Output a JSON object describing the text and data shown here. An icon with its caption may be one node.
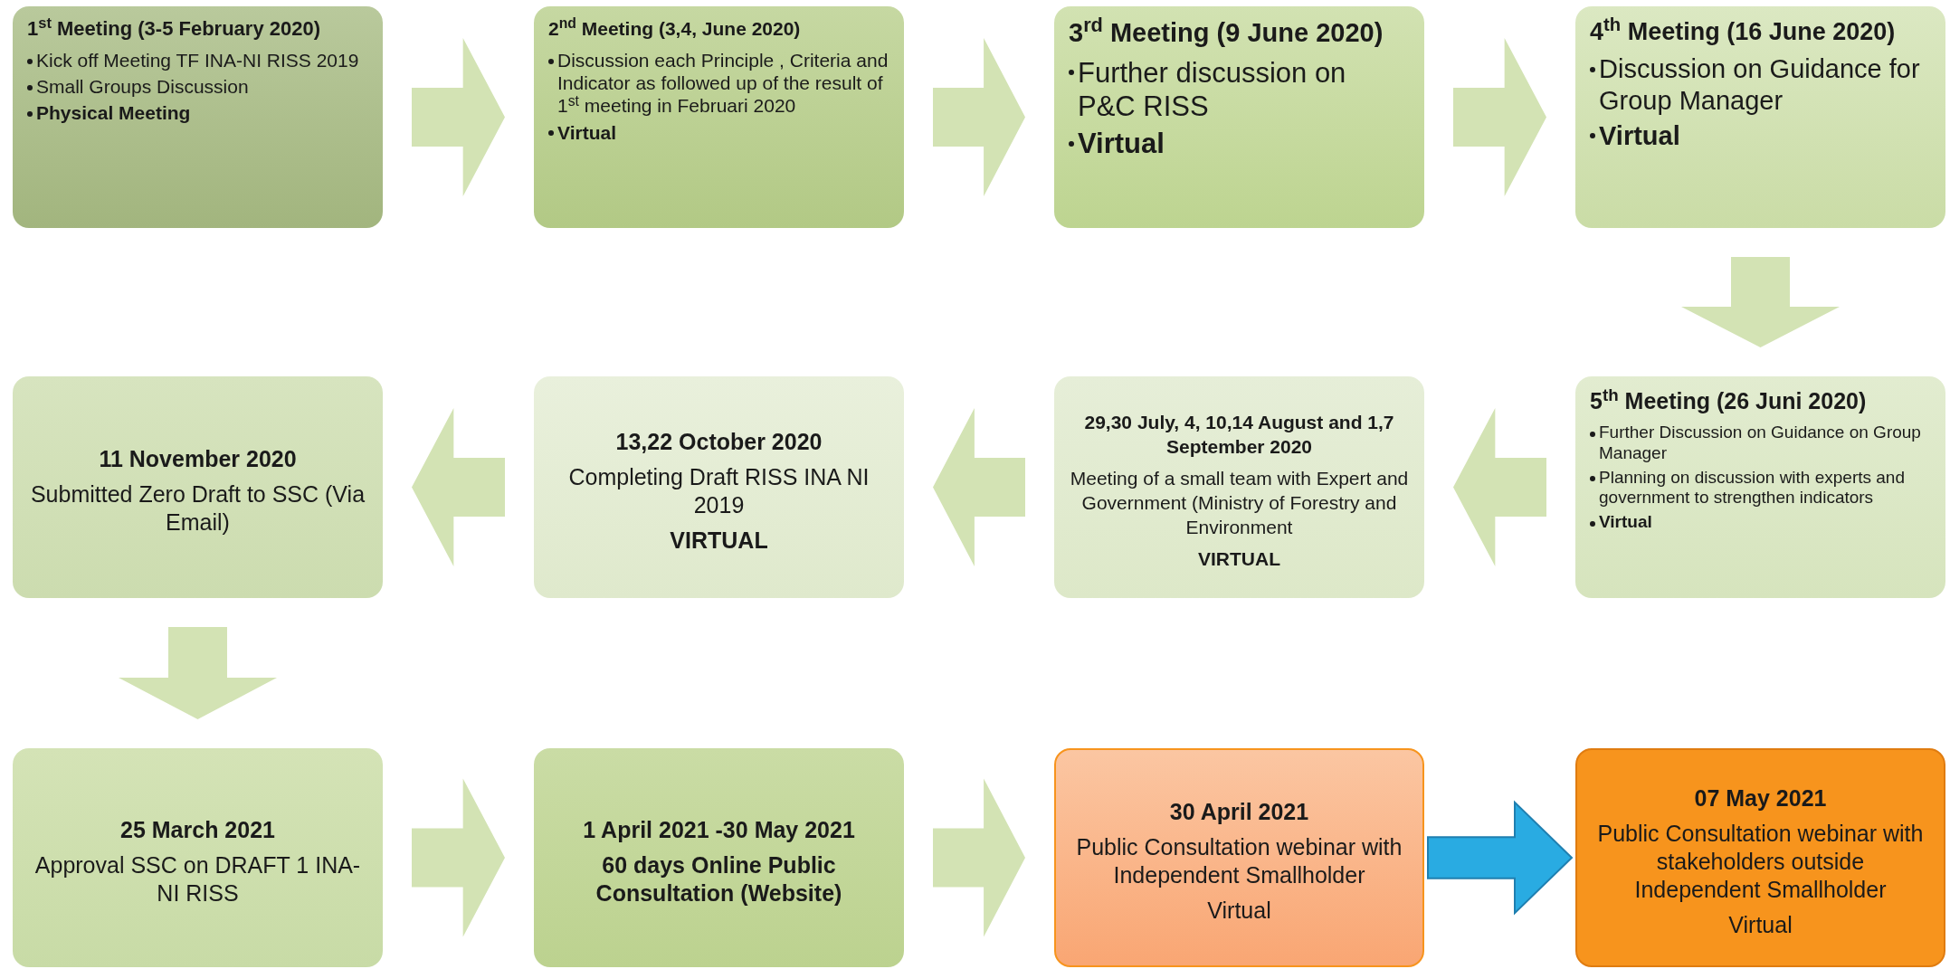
{
  "diagram": {
    "nodes": [
      {
        "text": [
          "1$^{st}$ Meeting  (3-5 February 2020)",
          "Kick off Meeting TF INA-NI RISS 2019",
          "Small Groups Discussion",
          "Physical Meeting"
        ]
      },
      {
        "text": [
          "2$^{nd}$ Meeting (3,4, June 2020)",
          "Discussion each Principle , Criteria and Indicator as followed up of the result of  1$^{st}$ meeting in Februari 2020",
          "Virtual"
        ]
      },
      {
        "text": [
          "3$^{rd}$ Meeting (9 June 2020)",
          "Further discussion on P&C RISS",
          "Virtual"
        ]
      },
      {
        "text": [
          "4$^{th}$ Meeting (16 June 2020)",
          "Discussion on Guidance for Group Manager",
          "Virtual"
        ]
      },
      {
        "text": [
          "5$^{th}$ Meeting (26 Juni 2020)",
          "Further Discussion on Guidance on Group Manager",
          "Planning on discussion with experts and government to strengthen indicators",
          "Virtual"
        ]
      },
      {
        "text": [
          "29,30 July, 4, 10,14 August and 1,7 September 2020",
          "Meeting of a small team with Expert and Government (Ministry of Forestry and Environment",
          "VIRTUAL"
        ]
      },
      {
        "text": [
          "13,22 October 2020",
          "Completing Draft RISS INA NI 2019",
          "VIRTUAL"
        ]
      },
      {
        "text": [
          "11 November 2020",
          "Submitted Zero Draft to SSC (Via Email)"
        ]
      },
      {
        "text": [
          "25 March 2021",
          "Approval SSC on DRAFT 1 INA-NI RISS"
        ]
      },
      {
        "text": [
          "1 April 2021 -30 May 2021",
          "60 days Online Public Consultation (Website)"
        ]
      },
      {
        "text": [
          "30 April 2021",
          "Public Consultation webinar with Independent Smallholder",
          "Virtual"
        ]
      },
      {
        "text": [
          "07 May 2021",
          "Public Consultation webinar with stakeholders outside Independent Smallholder",
          "Virtual"
        ]
      }
    ],
    "edges": [
      {
        "from": 0,
        "to": 1,
        "arrow": "to"
      },
      {
        "from": 1,
        "to": 2,
        "arrow": "to"
      },
      {
        "from": 2,
        "to": 3,
        "arrow": "to"
      },
      {
        "from": 3,
        "to": 4,
        "arrow": "to"
      },
      {
        "from": 4,
        "to": 5,
        "arrow": "to"
      },
      {
        "from": 5,
        "to": 6,
        "arrow": "to"
      },
      {
        "from": 6,
        "to": 7,
        "arrow": "to"
      },
      {
        "from": 7,
        "to": 8,
        "arrow": "to"
      },
      {
        "from": 8,
        "to": 9,
        "arrow": "to"
      },
      {
        "from": 9,
        "to": 10,
        "arrow": "to"
      },
      {
        "from": 10,
        "to": 11,
        "arrow": "to",
        "color": "#29abe2"
      }
    ]
  }
}
